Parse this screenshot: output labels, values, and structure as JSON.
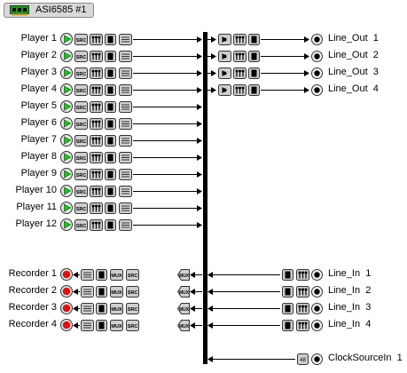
{
  "adapter": {
    "title": "ASI6585 #1"
  },
  "players": [
    {
      "label": "Player",
      "num": "1",
      "to_bus": true,
      "output": {
        "label": "Line_Out",
        "num": "1"
      }
    },
    {
      "label": "Player",
      "num": "2",
      "to_bus": true,
      "output": {
        "label": "Line_Out",
        "num": "2"
      }
    },
    {
      "label": "Player",
      "num": "3",
      "to_bus": true,
      "output": {
        "label": "Line_Out",
        "num": "3"
      }
    },
    {
      "label": "Player",
      "num": "4",
      "to_bus": true,
      "output": {
        "label": "Line_Out",
        "num": "4"
      }
    },
    {
      "label": "Player",
      "num": "5"
    },
    {
      "label": "Player",
      "num": "6"
    },
    {
      "label": "Player",
      "num": "7"
    },
    {
      "label": "Player",
      "num": "8"
    },
    {
      "label": "Player",
      "num": "9"
    },
    {
      "label": "Player",
      "num": "10"
    },
    {
      "label": "Player",
      "num": "11"
    },
    {
      "label": "Player",
      "num": "12"
    }
  ],
  "recorders": [
    {
      "label": "Recorder",
      "num": "1",
      "input": {
        "label": "Line_In",
        "num": "1"
      }
    },
    {
      "label": "Recorder",
      "num": "2",
      "input": {
        "label": "Line_In",
        "num": "2"
      }
    },
    {
      "label": "Recorder",
      "num": "3",
      "input": {
        "label": "Line_In",
        "num": "3"
      }
    },
    {
      "label": "Recorder",
      "num": "4",
      "input": {
        "label": "Line_In",
        "num": "4"
      }
    }
  ],
  "clock": {
    "label": "ClockSourceIn",
    "num": "1",
    "rate_badge": "48"
  },
  "icon_names": {
    "play": "play-icon",
    "src": "src-icon",
    "meter": "meter-icon",
    "volume": "volume-icon",
    "format": "format-icon",
    "record": "record-icon",
    "mux": "mux-icon",
    "node": "node-icon",
    "card": "sound-card-icon"
  },
  "colors": {
    "play": "#22c322",
    "record": "#e01010",
    "bus": "#000000",
    "box_fill": "#cfcfcf"
  }
}
